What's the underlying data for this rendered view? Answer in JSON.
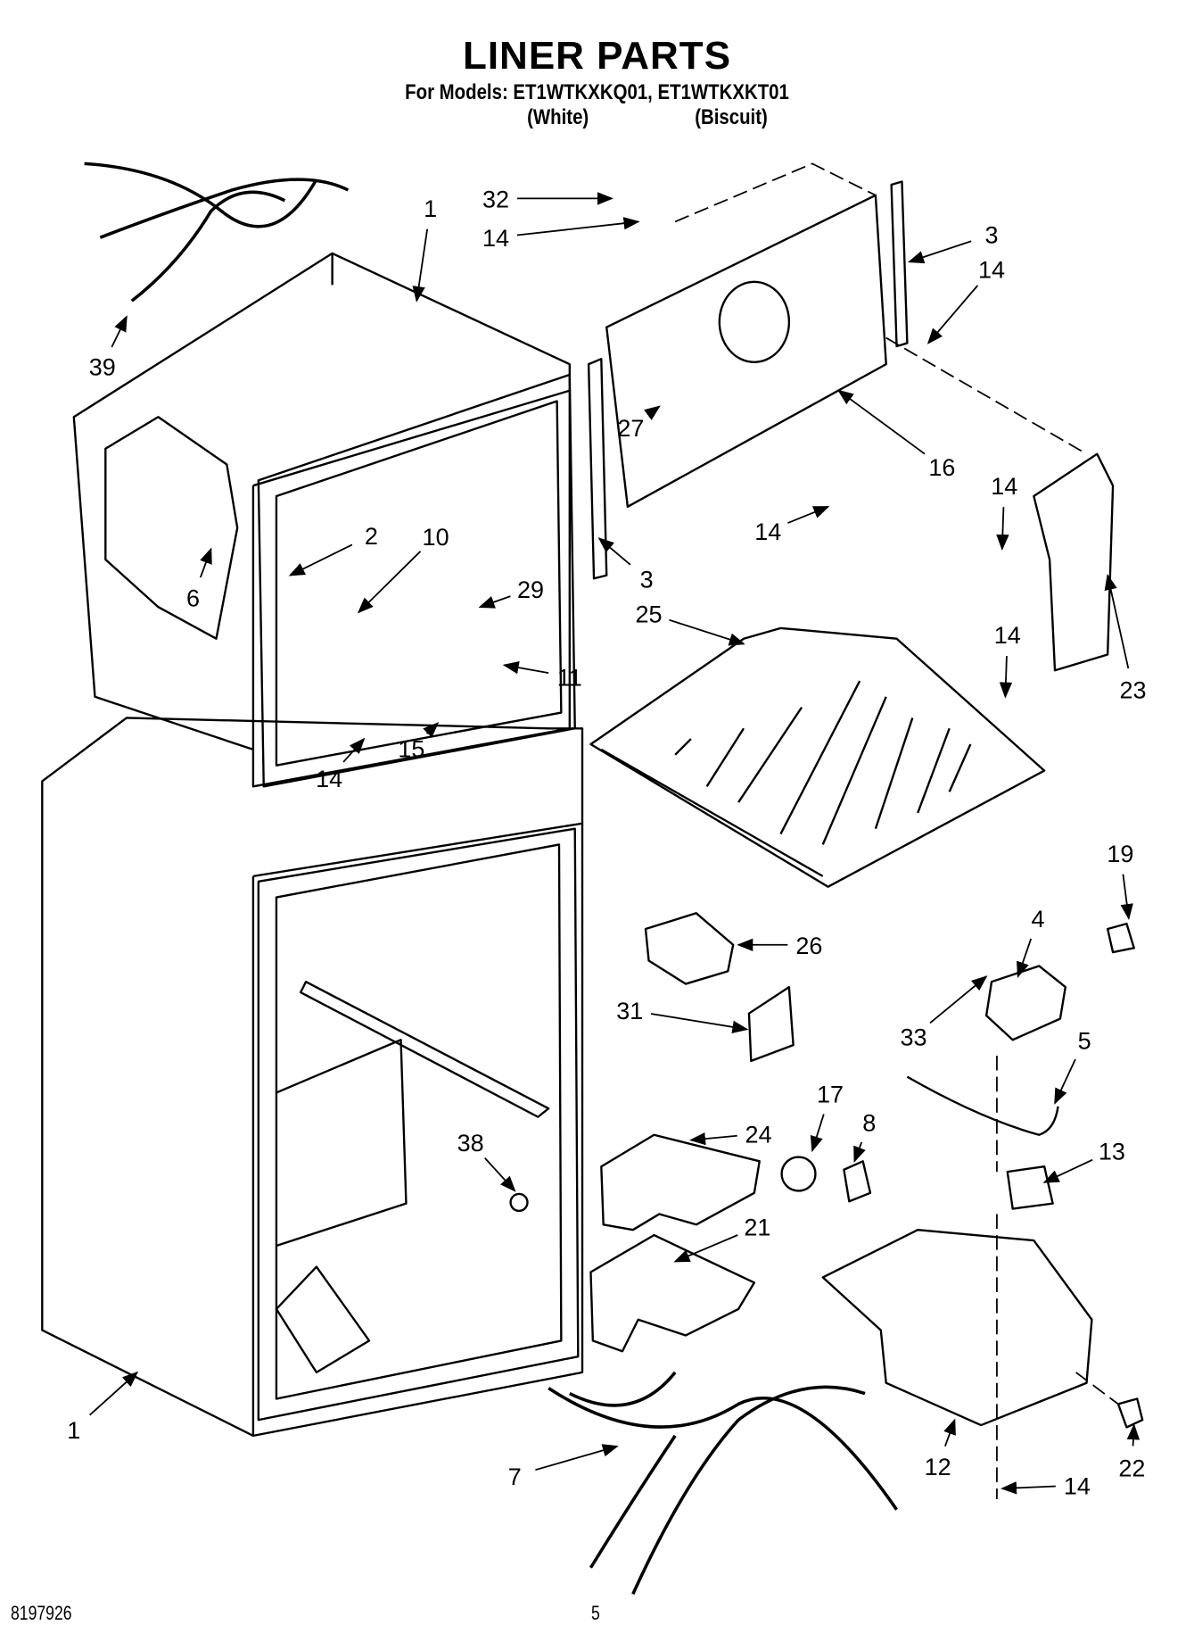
{
  "header": {
    "title": "LINER PARTS",
    "models": "For Models: ET1WTKXKQ01, ET1WTKXKT01",
    "variants": [
      "(White)",
      "(Biscuit)"
    ]
  },
  "diagram": {
    "callouts": [
      "1",
      "32",
      "14",
      "3",
      "14",
      "39",
      "16",
      "27",
      "14",
      "14",
      "2",
      "10",
      "6",
      "29",
      "3",
      "25",
      "11",
      "23",
      "14",
      "15",
      "14",
      "19",
      "4",
      "26",
      "31",
      "33",
      "5",
      "17",
      "8",
      "24",
      "13",
      "38",
      "21",
      "1",
      "7",
      "12",
      "22",
      "14"
    ]
  },
  "footer": {
    "document_number": "8197926",
    "page_number": "5"
  }
}
